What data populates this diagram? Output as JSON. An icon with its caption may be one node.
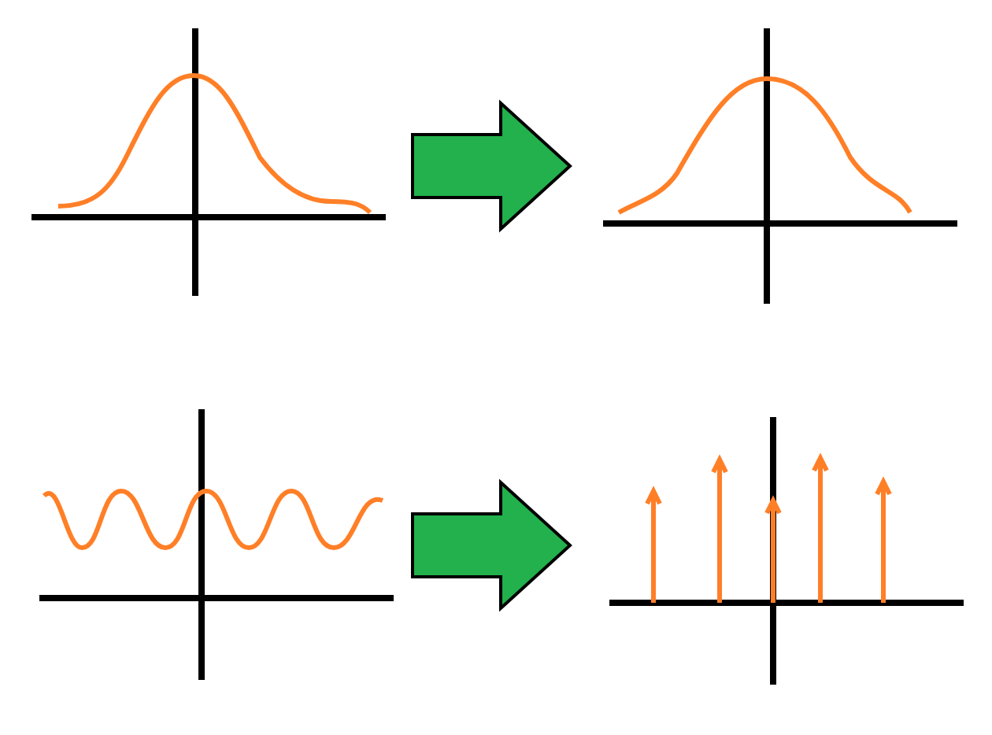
{
  "diagram": {
    "nodes": [
      {
        "text": [],
        "shape": "picture"
      },
      {
        "text": [],
        "shape": "picture"
      },
      {
        "text": [],
        "shape": "picture"
      },
      {
        "text": [],
        "shape": "picture"
      }
    ],
    "edges": [
      {
        "from": 0,
        "to": 1,
        "arrow": "to",
        "style": "thick",
        "color": "#22b14c"
      },
      {
        "from": 2,
        "to": 3,
        "arrow": "to",
        "style": "thick",
        "color": "#22b14c"
      }
    ]
  }
}
